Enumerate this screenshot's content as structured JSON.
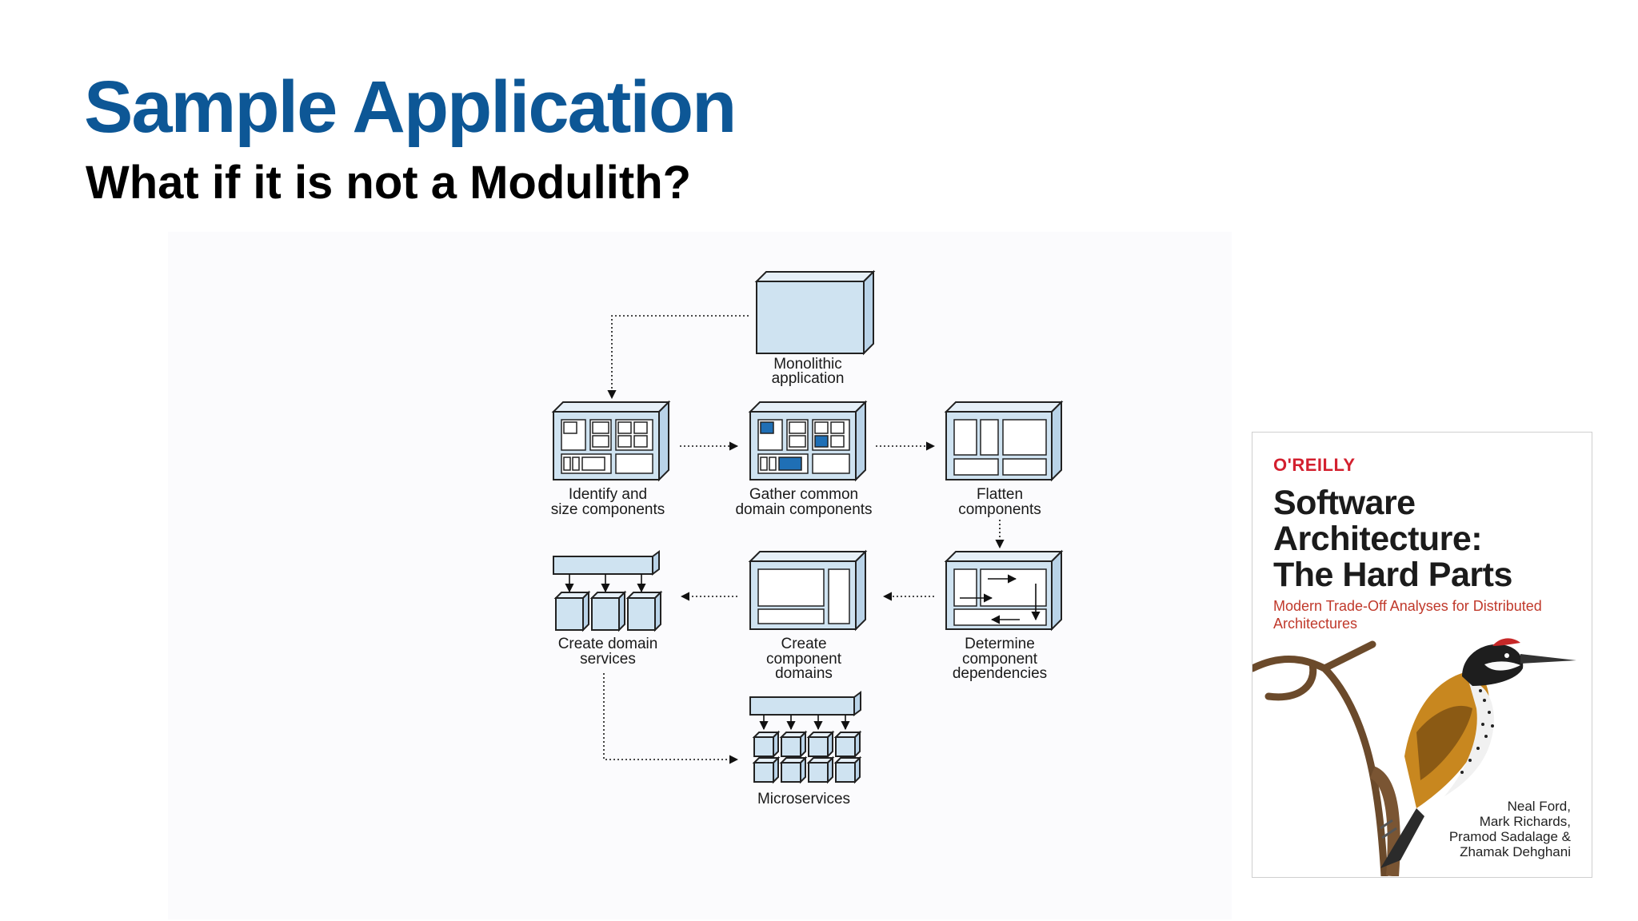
{
  "slide": {
    "title": "Sample Application",
    "subtitle": "What if it is not a Modulith?"
  },
  "diagram": {
    "nodes": {
      "monolith": [
        "Monolithic",
        "application"
      ],
      "identify": [
        "Identify and",
        "size components"
      ],
      "gather": [
        "Gather common",
        "domain components"
      ],
      "flatten": [
        "Flatten",
        "components"
      ],
      "determine": [
        "Determine",
        "component",
        "dependencies"
      ],
      "create_component_domains": [
        "Create",
        "component",
        "domains"
      ],
      "create_domain_services": [
        "Create domain",
        "services"
      ],
      "microservices": [
        "Microservices"
      ]
    },
    "colors": {
      "box_fill": "#cfe3f1",
      "box_stroke": "#222222",
      "highlight": "#1f6fb5"
    }
  },
  "book": {
    "publisher": "O'REILLY",
    "title_lines": [
      "Software",
      "Architecture:",
      "The Hard Parts"
    ],
    "subtitle": "Modern Trade-Off Analyses for Distributed Architectures",
    "authors": [
      "Neal Ford,",
      "Mark Richards,",
      "Pramod Sadalage &",
      "Zhamak Dehghani"
    ],
    "colors": {
      "publisher": "#d3202f",
      "subtitle": "#c0392b"
    }
  }
}
